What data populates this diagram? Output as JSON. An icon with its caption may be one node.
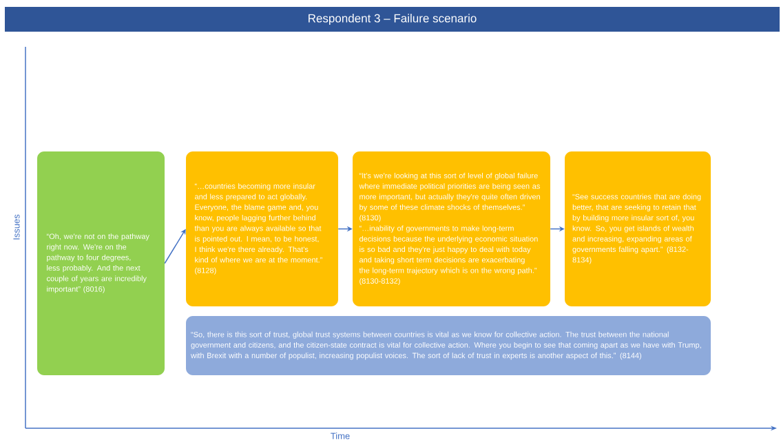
{
  "diagram": {
    "title": "Respondent 3 – Failure scenario",
    "nodes": [
      {
        "text": [
          "“Oh, we're not on the pathway right now. We're on the pathway to four degrees, less probably. And the next couple of years are incredibly important” (8016)"
        ]
      },
      {
        "text": [
          "“…countries becoming more insular and less prepared to act globally. Everyone, the blame game and, you know, people lagging further behind than you are always available so that is pointed out. I mean, to be honest, I think we're there already. That's kind of where we are at the moment.” (8128)"
        ]
      },
      {
        "text": [
          "“It's we're looking at this sort of level of global failure where immediate political priorities are being seen as more important, but actually they're quite often driven by some of these climate shocks of themselves.” (8130)",
          "“…inability of governments to make long-term decisions because the underlying economic situation is so bad and they're just happy to deal with today and taking short term decisions are exacerbating the long-term trajectory which is on the wrong path.” (8130-8132)"
        ]
      },
      {
        "text": [
          "“See success countries that are doing better, that are seeking to retain that by building more insular sort of, you know. So, you get islands of wealth and increasing, expanding areas of governments falling apart.” (8132-8134)"
        ]
      },
      {
        "text": [
          "“So, there is this sort of trust, global trust systems between countries is vital as we know for collective action. The trust between the national government and citizens, and the citizen-state contract is vital for collective action. Where you begin to see that coming apart as we have with Trump, with Brexit with a number of populist, increasing populist voices. The sort of lack of trust in experts is another aspect of this.” (8144)"
        ]
      }
    ],
    "edges": [
      {
        "from": 0,
        "to": 1,
        "arrow": "to"
      },
      {
        "from": 1,
        "to": 2,
        "arrow": "to"
      },
      {
        "from": 2,
        "to": 3,
        "arrow": "to"
      }
    ],
    "labels": [
      "Issues",
      "Time"
    ]
  }
}
